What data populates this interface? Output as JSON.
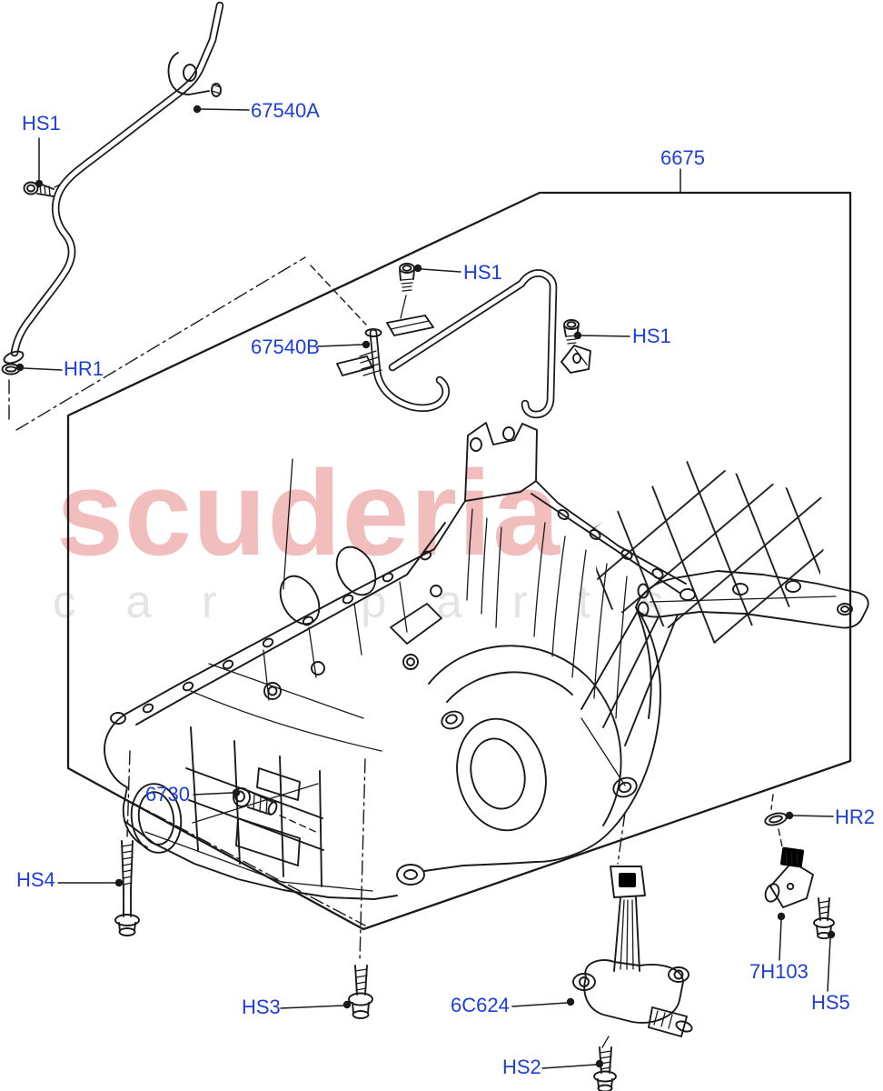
{
  "watermark": {
    "brand": "scuderia",
    "tagline": "car parts"
  },
  "labels": {
    "hs1_top": "HS1",
    "tube_a": "67540A",
    "block_box": "6675",
    "hs1_mid": "HS1",
    "hs1_right": "HS1",
    "tube_b": "67540B",
    "hr1": "HR1",
    "drain_plug": "6730",
    "hr2": "HR2",
    "hs4": "HS4",
    "hs3": "HS3",
    "level_sensor": "6C624",
    "hs2": "HS2",
    "position_sensor": "7H103",
    "hs5": "HS5"
  },
  "colors": {
    "label_blue": "#1d3ed9",
    "line_black": "#1a1a1a",
    "watermark_pink": "#f2bdbd",
    "watermark_gray": "#e4e4e4",
    "flag_gray": "#d9d9d9"
  }
}
